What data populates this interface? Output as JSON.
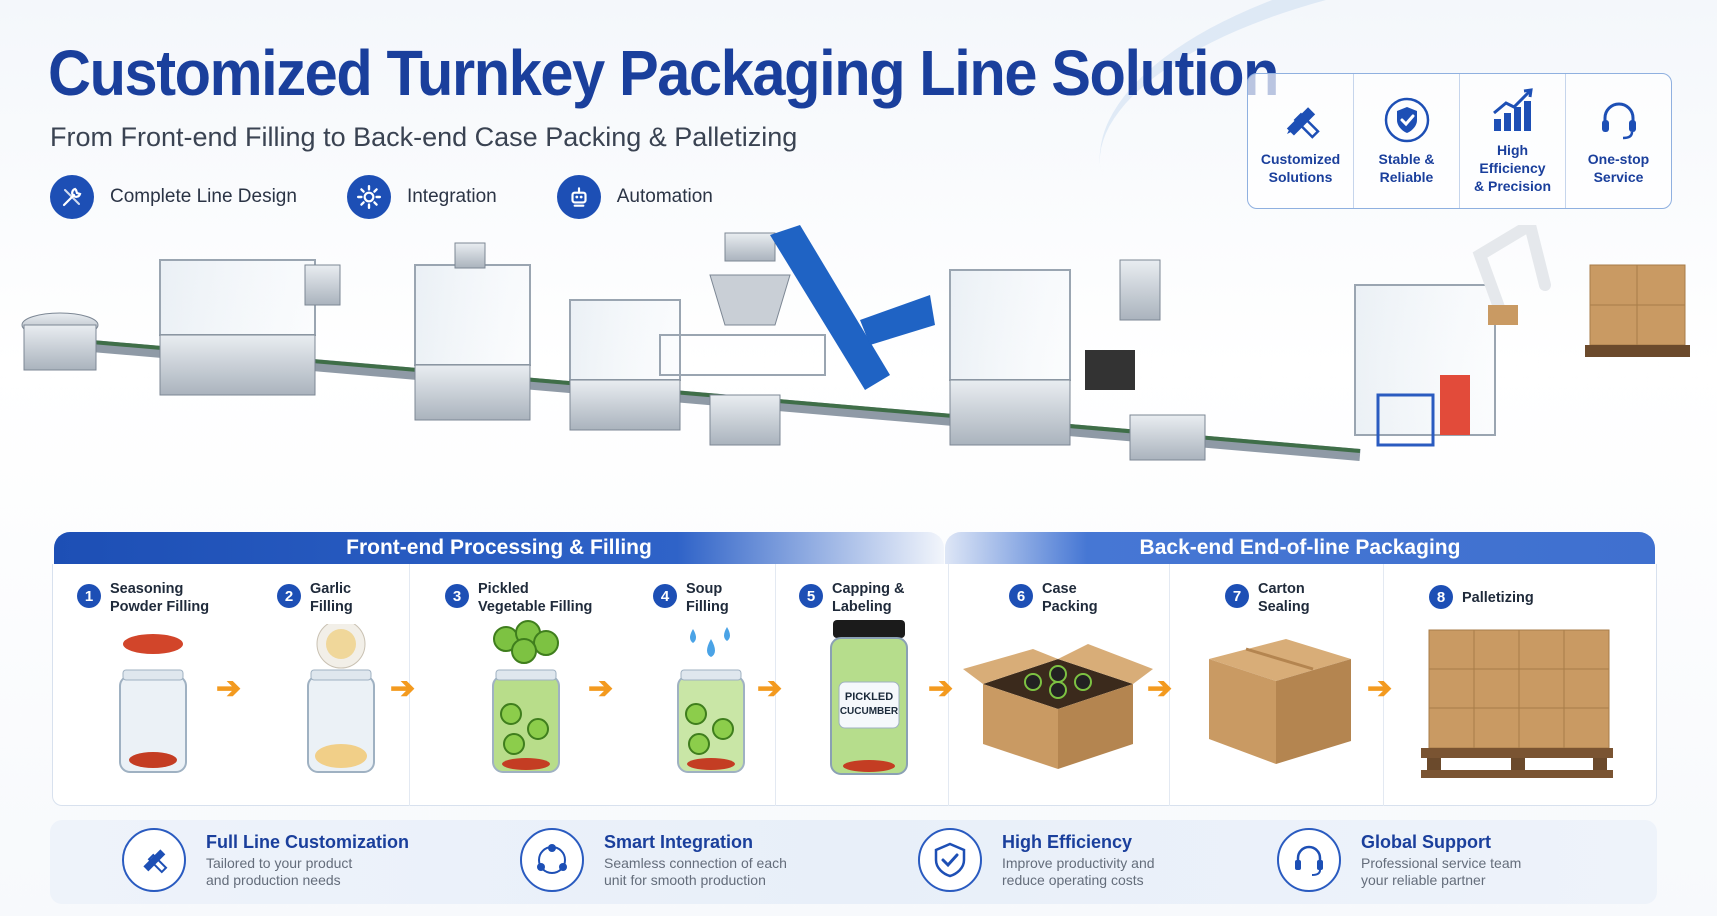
{
  "header": {
    "title": "Customized Turnkey Packaging Line Solution",
    "subtitle": "From Front-end Filling to Back-end Case Packing & Palletizing"
  },
  "features": [
    {
      "icon": "wrench-pencil-icon",
      "label": "Complete Line Design"
    },
    {
      "icon": "gear-icon",
      "label": "Integration"
    },
    {
      "icon": "robot-icon",
      "label": "Automation"
    }
  ],
  "badges": [
    {
      "icon": "pencil-ruler-icon",
      "label": "Customized\nSolutions"
    },
    {
      "icon": "shield-check-icon",
      "label": "Stable &\nReliable"
    },
    {
      "icon": "bar-chart-growth-icon",
      "label": "High Efficiency\n& Precision"
    },
    {
      "icon": "headset-icon",
      "label": "One-stop\nService"
    }
  ],
  "sections": {
    "front": "Front-end Processing & Filling",
    "back": "Back-end End-of-line Packaging"
  },
  "steps": [
    {
      "num": "1",
      "label": "Seasoning\nPowder Filling"
    },
    {
      "num": "2",
      "label": "Garlic\nFilling"
    },
    {
      "num": "3",
      "label": "Pickled\nVegetable Filling"
    },
    {
      "num": "4",
      "label": "Soup\nFilling"
    },
    {
      "num": "5",
      "label": "Capping &\nLabeling"
    },
    {
      "num": "6",
      "label": "Case\nPacking"
    },
    {
      "num": "7",
      "label": "Carton\nSealing"
    },
    {
      "num": "8",
      "label": "Palletizing"
    }
  ],
  "jar_label": {
    "line1": "PICKLED",
    "line2": "CUCUMBER"
  },
  "benefits": [
    {
      "icon": "pencil-ruler-icon",
      "title": "Full Line Customization",
      "desc": "Tailored to your product\nand production needs"
    },
    {
      "icon": "network-nodes-icon",
      "title": "Smart Integration",
      "desc": "Seamless connection of each\nunit for smooth production"
    },
    {
      "icon": "shield-check-icon",
      "title": "High Efficiency",
      "desc": "Improve productivity and\nreduce operating costs"
    },
    {
      "icon": "headset-icon",
      "title": "Global Support",
      "desc": "Professional service team\nyour reliable partner"
    }
  ],
  "colors": {
    "brand": "#1a3f9c",
    "accent": "#1d4fb5",
    "arrow": "#f39a1f",
    "cardboard": "#c99a63"
  }
}
